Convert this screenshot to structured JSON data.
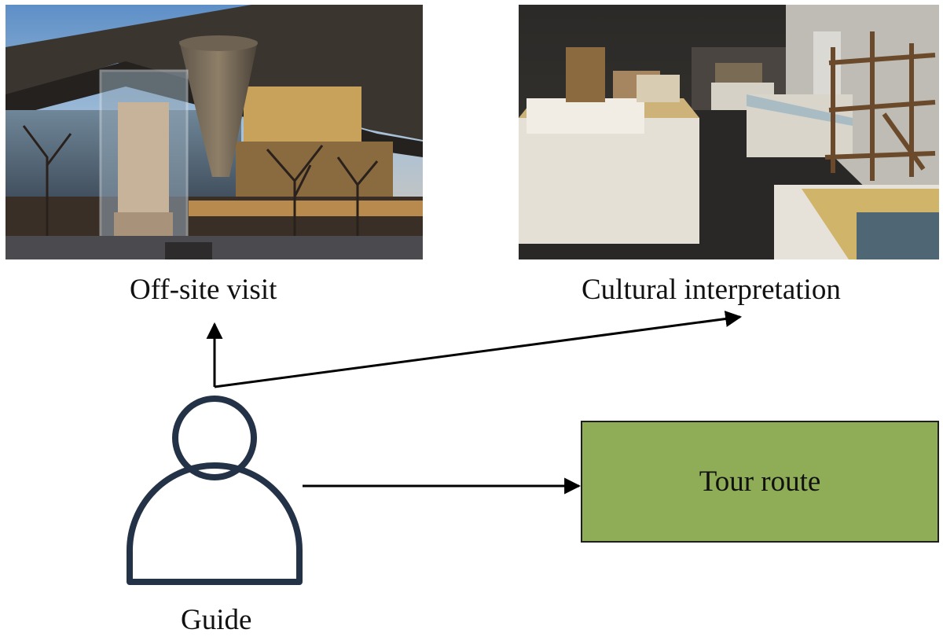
{
  "labels": {
    "offsite": "Off-site visit",
    "cultural": "Cultural interpretation",
    "guide": "Guide",
    "tour_route": "Tour route"
  },
  "colors": {
    "box_fill": "#8fad56",
    "person_stroke": "#243247",
    "arrow": "#000000"
  },
  "icons": {
    "person": "person-icon"
  }
}
